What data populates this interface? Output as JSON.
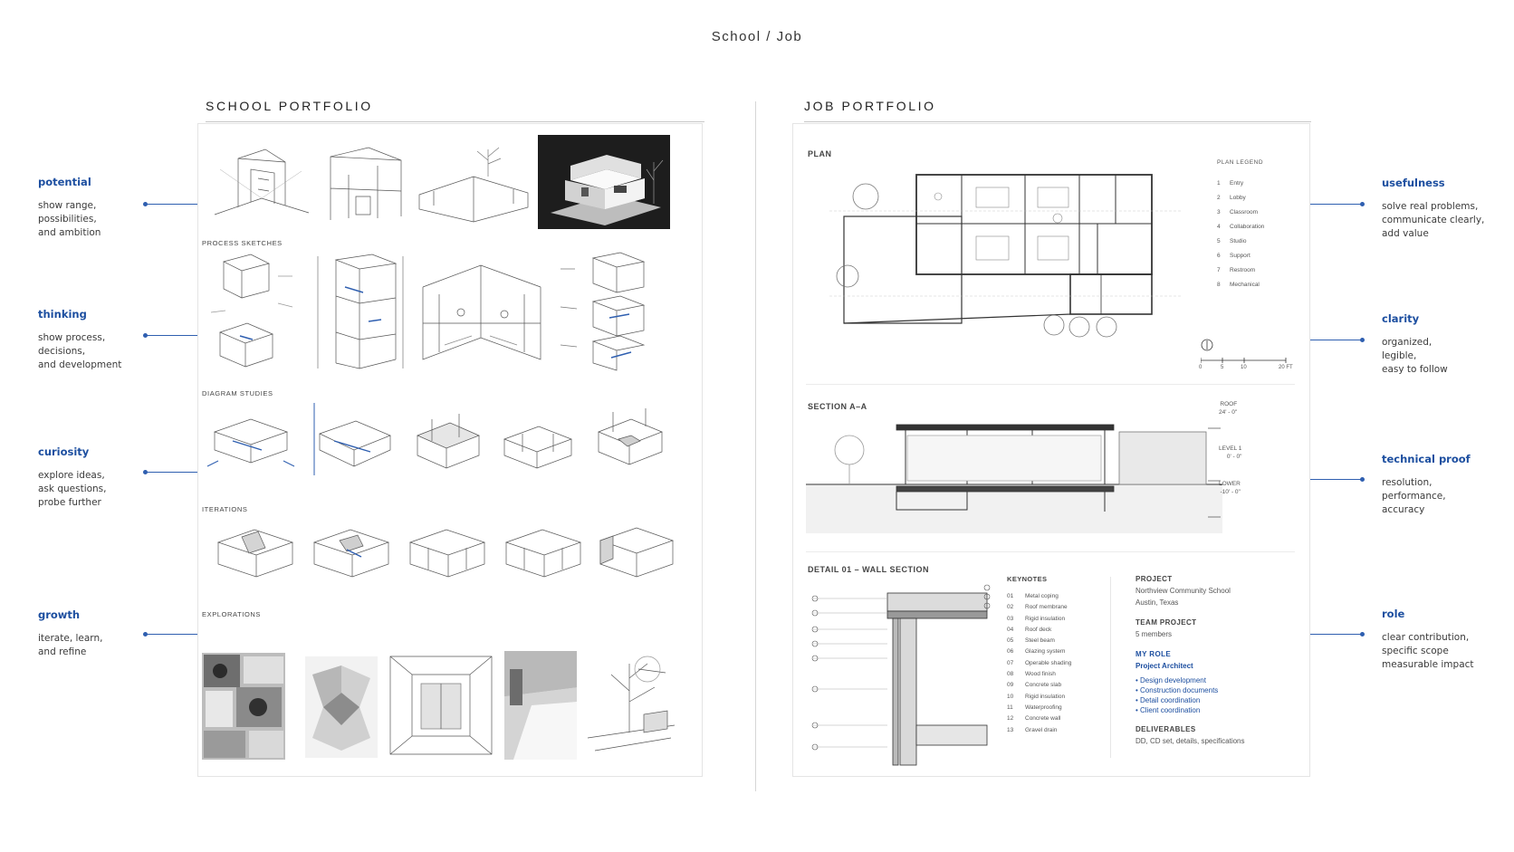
{
  "page": {
    "title": "School / Job"
  },
  "school": {
    "heading": "SCHOOL PORTFOLIO",
    "sections": {
      "process": "PROCESS SKETCHES",
      "diagram": "DIAGRAM STUDIES",
      "iterations": "ITERATIONS",
      "explorations": "EXPLORATIONS"
    },
    "annotations": [
      {
        "title": "potential",
        "text": "show range,\npossibilities,\nand ambition"
      },
      {
        "title": "thinking",
        "text": "show process,\ndecisions,\nand development"
      },
      {
        "title": "curiosity",
        "text": "explore ideas,\nask questions,\nprobe further"
      },
      {
        "title": "growth",
        "text": "iterate, learn,\nand refine"
      }
    ]
  },
  "job": {
    "heading": "JOB PORTFOLIO",
    "plan": {
      "label": "PLAN",
      "legend_title": "PLAN LEGEND",
      "legend": [
        {
          "n": "1",
          "t": "Entry"
        },
        {
          "n": "2",
          "t": "Lobby"
        },
        {
          "n": "3",
          "t": "Classroom"
        },
        {
          "n": "4",
          "t": "Collaboration"
        },
        {
          "n": "5",
          "t": "Studio"
        },
        {
          "n": "6",
          "t": "Support"
        },
        {
          "n": "7",
          "t": "Restroom"
        },
        {
          "n": "8",
          "t": "Mechanical"
        }
      ],
      "scale": [
        "0",
        "5",
        "10",
        "20 FT"
      ]
    },
    "section": {
      "label": "SECTION A–A",
      "levels": [
        {
          "name": "ROOF",
          "elev": "24' - 0\""
        },
        {
          "name": "LEVEL 1",
          "elev": "0' - 0\""
        },
        {
          "name": "LOWER",
          "elev": "-10' - 0\""
        }
      ]
    },
    "detail": {
      "label": "DETAIL 01 – WALL SECTION",
      "keynotes_title": "KEYNOTES",
      "keynotes": [
        {
          "n": "01",
          "t": "Metal coping"
        },
        {
          "n": "02",
          "t": "Roof membrane"
        },
        {
          "n": "03",
          "t": "Rigid insulation"
        },
        {
          "n": "04",
          "t": "Roof deck"
        },
        {
          "n": "05",
          "t": "Steel beam"
        },
        {
          "n": "06",
          "t": "Glazing system"
        },
        {
          "n": "07",
          "t": "Operable shading"
        },
        {
          "n": "08",
          "t": "Wood finish"
        },
        {
          "n": "09",
          "t": "Concrete slab"
        },
        {
          "n": "10",
          "t": "Rigid insulation"
        },
        {
          "n": "11",
          "t": "Waterproofing"
        },
        {
          "n": "12",
          "t": "Concrete wall"
        },
        {
          "n": "13",
          "t": "Gravel drain"
        }
      ]
    },
    "project": {
      "project_h": "PROJECT",
      "project_name": "Northview Community School",
      "project_loc": "Austin, Texas",
      "team_h": "TEAM PROJECT",
      "team_v": "5 members",
      "role_h": "MY ROLE",
      "role_v": "Project Architect",
      "role_items": [
        "Design development",
        "Construction documents",
        "Detail coordination",
        "Client coordination"
      ],
      "deliv_h": "DELIVERABLES",
      "deliv_v": "DD, CD set, details, specifications"
    },
    "annotations": [
      {
        "title": "usefulness",
        "text": "solve real problems,\ncommunicate clearly,\nadd value"
      },
      {
        "title": "clarity",
        "text": "organized,\nlegible,\neasy to follow"
      },
      {
        "title": "technical proof",
        "text": "resolution,\nperformance,\naccuracy"
      },
      {
        "title": "role",
        "text": "clear contribution,\nspecific scope\nmeasurable impact"
      }
    ]
  },
  "colors": {
    "accent": "#1d4fa0",
    "connector": "#2f5fb0",
    "ink": "#3a3a3a"
  }
}
